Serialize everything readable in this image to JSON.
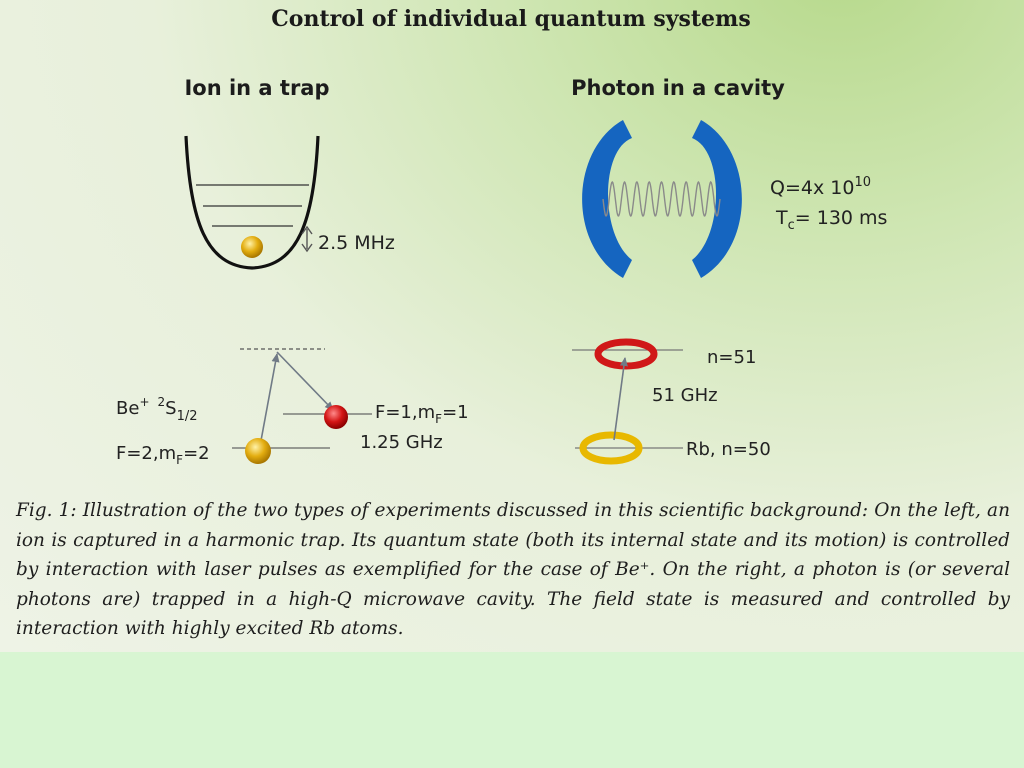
{
  "title": "Control of individual quantum systems",
  "left_panel": {
    "heading": "Ion in a trap",
    "trap_spacing_label": "2.5 MHz",
    "level_species": "Be",
    "level_species_charge": "+",
    "level_term_super": "2",
    "level_term_letter": "S",
    "level_term_sub": "1/2",
    "upper_state": {
      "a": "F=1,m",
      "sub": "F",
      "b": "=1"
    },
    "lower_state": {
      "a": "F=2,m",
      "sub": "F",
      "b": "=2"
    },
    "hyperfine_label": "1.25 GHz"
  },
  "right_panel": {
    "heading": "Photon in a cavity",
    "q_label": "Q=4x 10",
    "q_exp": "10",
    "tc_label_a": "T",
    "tc_label_sub": "c",
    "tc_label_b": "= 130 ms",
    "upper_level": "n=51",
    "transition_label": "51 GHz",
    "lower_level": "Rb, n=50"
  },
  "caption": "Fig. 1: Illustration of the two types of experiments discussed in this scientific background: On the left, an ion is captured in a harmonic trap. Its quantum state (both its internal state and its motion) is controlled by interaction with laser pulses as exemplified for the case of Be⁺. On the right, a photon is (or several photons are) trapped in a high-Q microwave cavity. The field state is measured and controlled by interaction with highly excited Rb atoms.",
  "colors": {
    "mirror": "#1565c0",
    "ion_gold": "#e0a800",
    "atom_red": "#d01818",
    "atom_gold_ring": "#e8b800",
    "wave": "#8a8a8a"
  }
}
